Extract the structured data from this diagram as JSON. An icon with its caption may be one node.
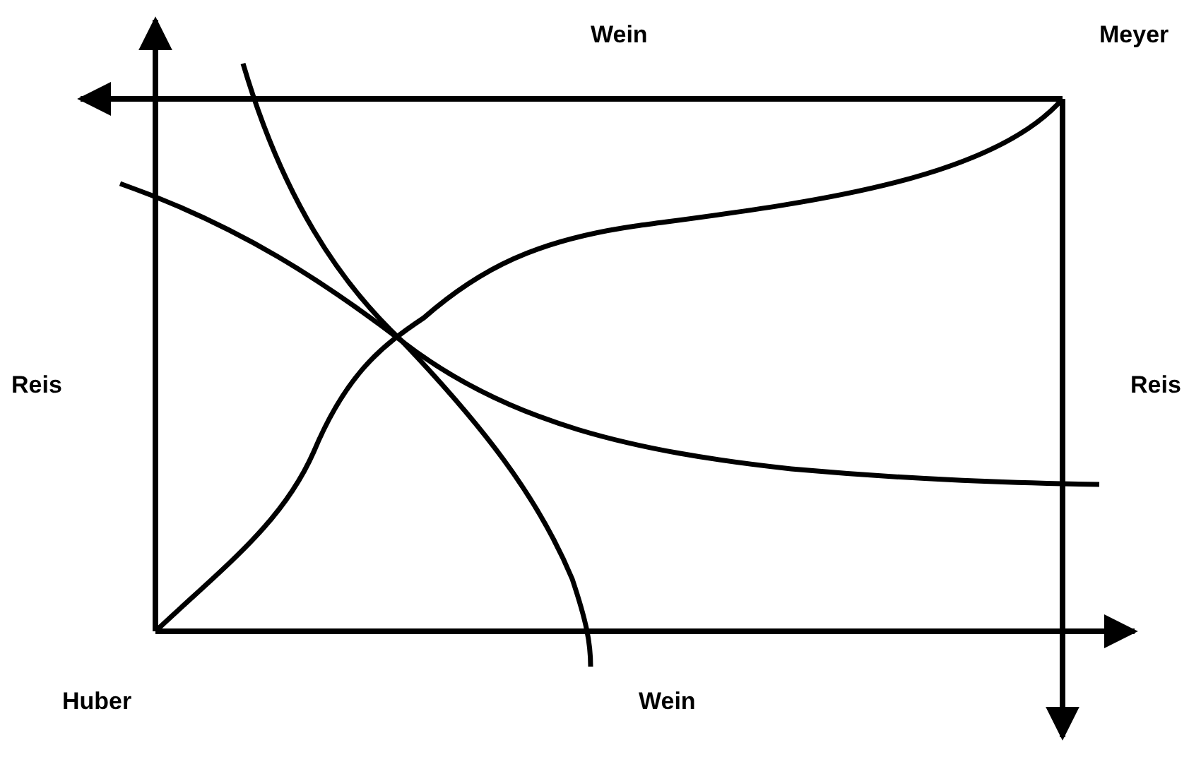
{
  "diagram": {
    "labels": [
      "Wein",
      "Meyer",
      "Reis",
      "Reis",
      "Huber",
      "Wein"
    ]
  }
}
